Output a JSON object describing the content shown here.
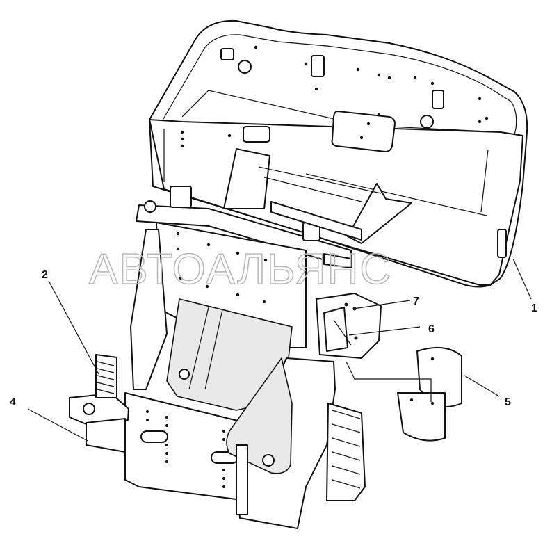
{
  "watermark": "АВТОАЛЬЯНС",
  "callouts": [
    {
      "id": "1",
      "label": "1"
    },
    {
      "id": "2",
      "label": "2"
    },
    {
      "id": "4",
      "label": "4"
    },
    {
      "id": "5",
      "label": "5"
    },
    {
      "id": "6",
      "label": "6"
    },
    {
      "id": "7",
      "label": "7"
    }
  ],
  "colors": {
    "line": "#111111",
    "watermark": "#b9b9b9",
    "background": "#ffffff"
  }
}
